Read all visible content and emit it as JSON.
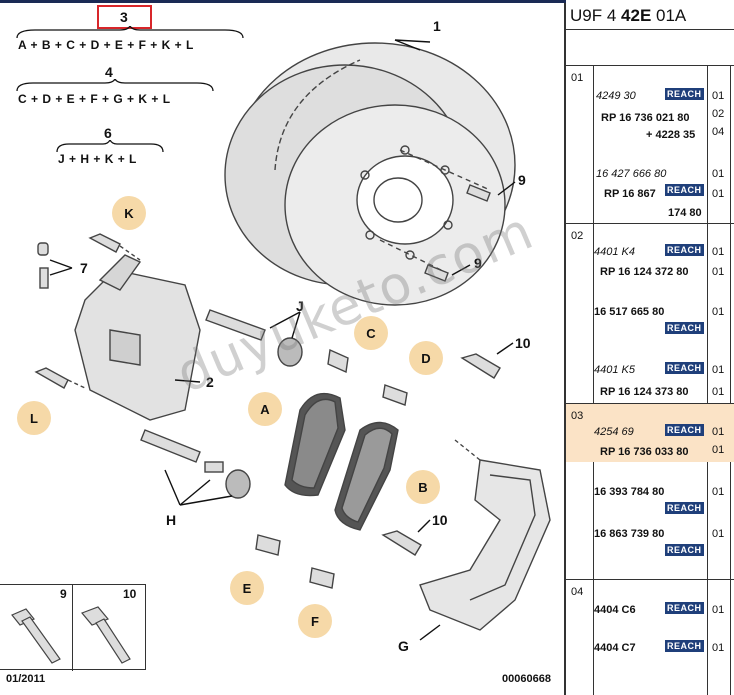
{
  "formulas": [
    {
      "number": "3",
      "parts": "A + B + C + D + E + F + K + L"
    },
    {
      "number": "4",
      "parts": "C + D + E + F + G + K + L"
    },
    {
      "number": "6",
      "parts": "J + H + K + L"
    }
  ],
  "callouts": [
    "1",
    "9",
    "9",
    "7",
    "J",
    "2",
    "10",
    "10",
    "H",
    "G"
  ],
  "badges": [
    "K",
    "L",
    "A",
    "B",
    "C",
    "D",
    "E",
    "F"
  ],
  "inset_labels": [
    "9",
    "10"
  ],
  "footer": {
    "date": "01/2011",
    "code": "00060668"
  },
  "watermark": "duyuketo.com",
  "panel": {
    "title_prefix": "U9F 4 ",
    "title_bold": "42E",
    "title_suffix": " 01A",
    "reach_label": "REACH",
    "groups": [
      {
        "num": "01",
        "rows": [
          {
            "ref": "4249 30",
            "style": "it",
            "q": "01"
          },
          {
            "ref": "RP 16 736 021 80",
            "style": "b",
            "q": "02"
          },
          {
            "ref": "+ 4228 35",
            "style": "b",
            "q": "04"
          },
          {
            "ref": "16 427 666 80",
            "style": "it",
            "q": "01"
          },
          {
            "ref": "RP 16 867",
            "style": "b",
            "q": "01"
          },
          {
            "ref": "174 80",
            "style": "b",
            "q": ""
          }
        ]
      },
      {
        "num": "02",
        "rows": [
          {
            "ref": "4401 K4",
            "style": "it",
            "q": "01"
          },
          {
            "ref": "RP 16 124 372 80",
            "style": "b",
            "q": "01"
          },
          {
            "ref": "16 517 665 80",
            "style": "b",
            "q": "01"
          },
          {
            "ref": "4401 K5",
            "style": "it",
            "q": "01"
          },
          {
            "ref": "RP 16 124 373 80",
            "style": "b",
            "q": "01"
          }
        ]
      },
      {
        "num": "03",
        "rows": [
          {
            "ref": "4254 69",
            "style": "it",
            "q": "01"
          },
          {
            "ref": "RP 16 736 033 80",
            "style": "b",
            "q": "01"
          },
          {
            "ref": "16 393 784 80",
            "style": "b",
            "q": "01"
          },
          {
            "ref": "16 863 739 80",
            "style": "b",
            "q": "01"
          }
        ]
      },
      {
        "num": "04",
        "rows": [
          {
            "ref": "4404 C6",
            "style": "b",
            "q": "01"
          },
          {
            "ref": "4404 C7",
            "style": "b",
            "q": "01"
          }
        ]
      }
    ]
  }
}
